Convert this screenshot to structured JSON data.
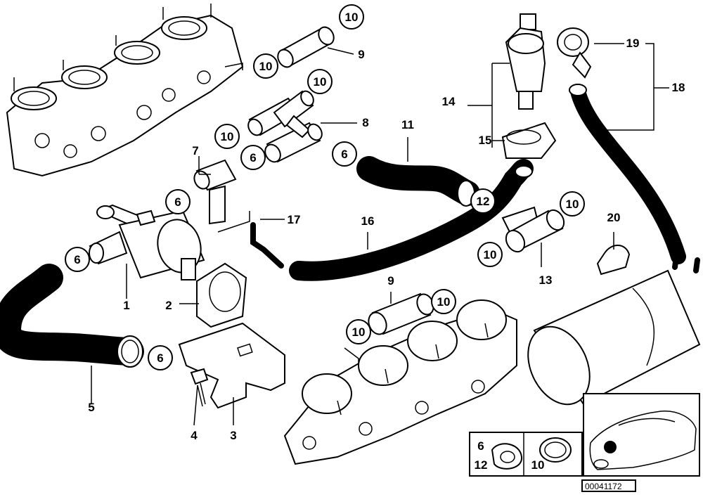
{
  "diagram": {
    "part_labels": [
      {
        "id": "p1",
        "text": "1",
        "circled": false
      },
      {
        "id": "p2",
        "text": "2",
        "circled": false
      },
      {
        "id": "p3",
        "text": "3",
        "circled": false
      },
      {
        "id": "p4",
        "text": "4",
        "circled": false
      },
      {
        "id": "p5",
        "text": "5",
        "circled": false
      },
      {
        "id": "p6a",
        "text": "6",
        "circled": true
      },
      {
        "id": "p6b",
        "text": "6",
        "circled": true
      },
      {
        "id": "p6c",
        "text": "6",
        "circled": true
      },
      {
        "id": "p6d",
        "text": "6",
        "circled": true
      },
      {
        "id": "p6e",
        "text": "6",
        "circled": true
      },
      {
        "id": "p7",
        "text": "7",
        "circled": false
      },
      {
        "id": "p8",
        "text": "8",
        "circled": false
      },
      {
        "id": "p9a",
        "text": "9",
        "circled": false
      },
      {
        "id": "p9b",
        "text": "9",
        "circled": false
      },
      {
        "id": "p10a",
        "text": "10",
        "circled": true
      },
      {
        "id": "p10b",
        "text": "10",
        "circled": true
      },
      {
        "id": "p10c",
        "text": "10",
        "circled": true
      },
      {
        "id": "p10d",
        "text": "10",
        "circled": true
      },
      {
        "id": "p10e",
        "text": "10",
        "circled": true
      },
      {
        "id": "p10f",
        "text": "10",
        "circled": true
      },
      {
        "id": "p10g",
        "text": "10",
        "circled": true
      },
      {
        "id": "p10h",
        "text": "10",
        "circled": true
      },
      {
        "id": "p11",
        "text": "11",
        "circled": false
      },
      {
        "id": "p12",
        "text": "12",
        "circled": true
      },
      {
        "id": "p13",
        "text": "13",
        "circled": false
      },
      {
        "id": "p14",
        "text": "14",
        "circled": false
      },
      {
        "id": "p15",
        "text": "15",
        "circled": false
      },
      {
        "id": "p16",
        "text": "16",
        "circled": false
      },
      {
        "id": "p17",
        "text": "17",
        "circled": false
      },
      {
        "id": "p18",
        "text": "18",
        "circled": false
      },
      {
        "id": "p19",
        "text": "19",
        "circled": false
      },
      {
        "id": "p20",
        "text": "20",
        "circled": false
      }
    ],
    "legend": {
      "clamp_labels": [
        "6",
        "12"
      ],
      "ring_label": "10"
    },
    "catalog_code": "00041172"
  }
}
